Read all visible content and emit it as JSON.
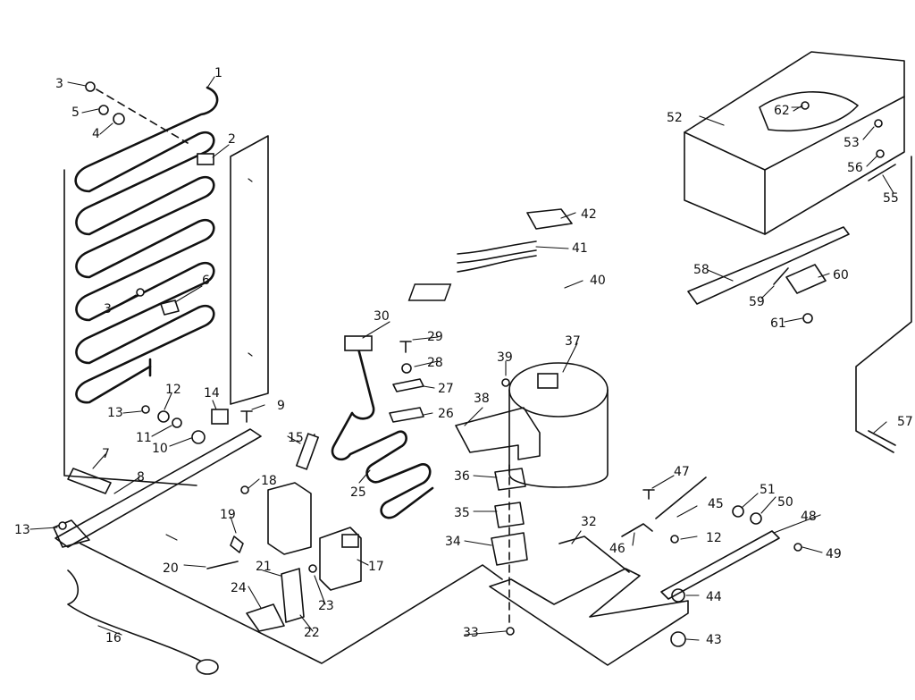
{
  "labels": {
    "p1": "1",
    "p2": "2",
    "p3a": "3",
    "p3b": "3",
    "p4": "4",
    "p5": "5",
    "p6": "6",
    "p7": "7",
    "p8": "8",
    "p9": "9",
    "p10": "10",
    "p11": "11",
    "p12a": "12",
    "p12b": "12",
    "p13a": "13",
    "p13b": "13",
    "p14": "14",
    "p15": "15",
    "p16": "16",
    "p17": "17",
    "p18": "18",
    "p19": "19",
    "p20": "20",
    "p21": "21",
    "p22": "22",
    "p23": "23",
    "p24": "24",
    "p25": "25",
    "p26": "26",
    "p27": "27",
    "p28": "28",
    "p29": "29",
    "p30": "30",
    "p32": "32",
    "p33": "33",
    "p34": "34",
    "p35": "35",
    "p36": "36",
    "p37": "37",
    "p38": "38",
    "p39": "39",
    "p40": "40",
    "p41": "41",
    "p42": "42",
    "p43": "43",
    "p44": "44",
    "p45": "45",
    "p46": "46",
    "p47": "47",
    "p48": "48",
    "p49": "49",
    "p50": "50",
    "p51": "51",
    "p52": "52",
    "p53": "53",
    "p55": "55",
    "p56": "56",
    "p57": "57",
    "p58": "58",
    "p59": "59",
    "p60": "60",
    "p61": "61",
    "p62": "62"
  }
}
